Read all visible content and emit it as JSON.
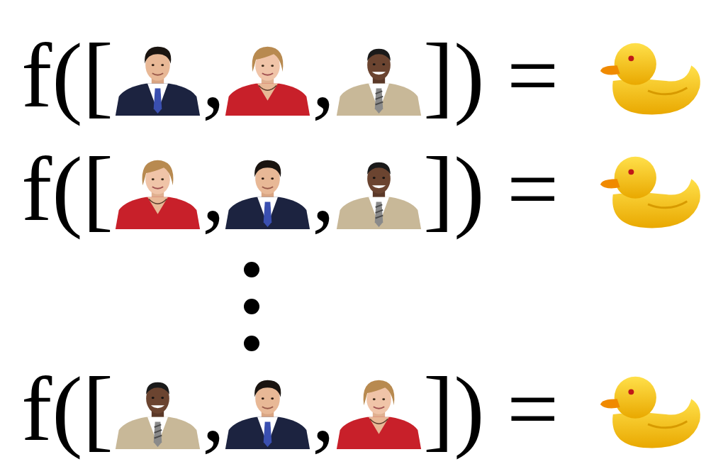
{
  "diagram": {
    "labels": [
      "f([",
      ",",
      ",",
      "])",
      "=",
      "f([",
      ",",
      ",",
      "])",
      "=",
      "f([",
      ",",
      ",",
      "])",
      "="
    ]
  }
}
